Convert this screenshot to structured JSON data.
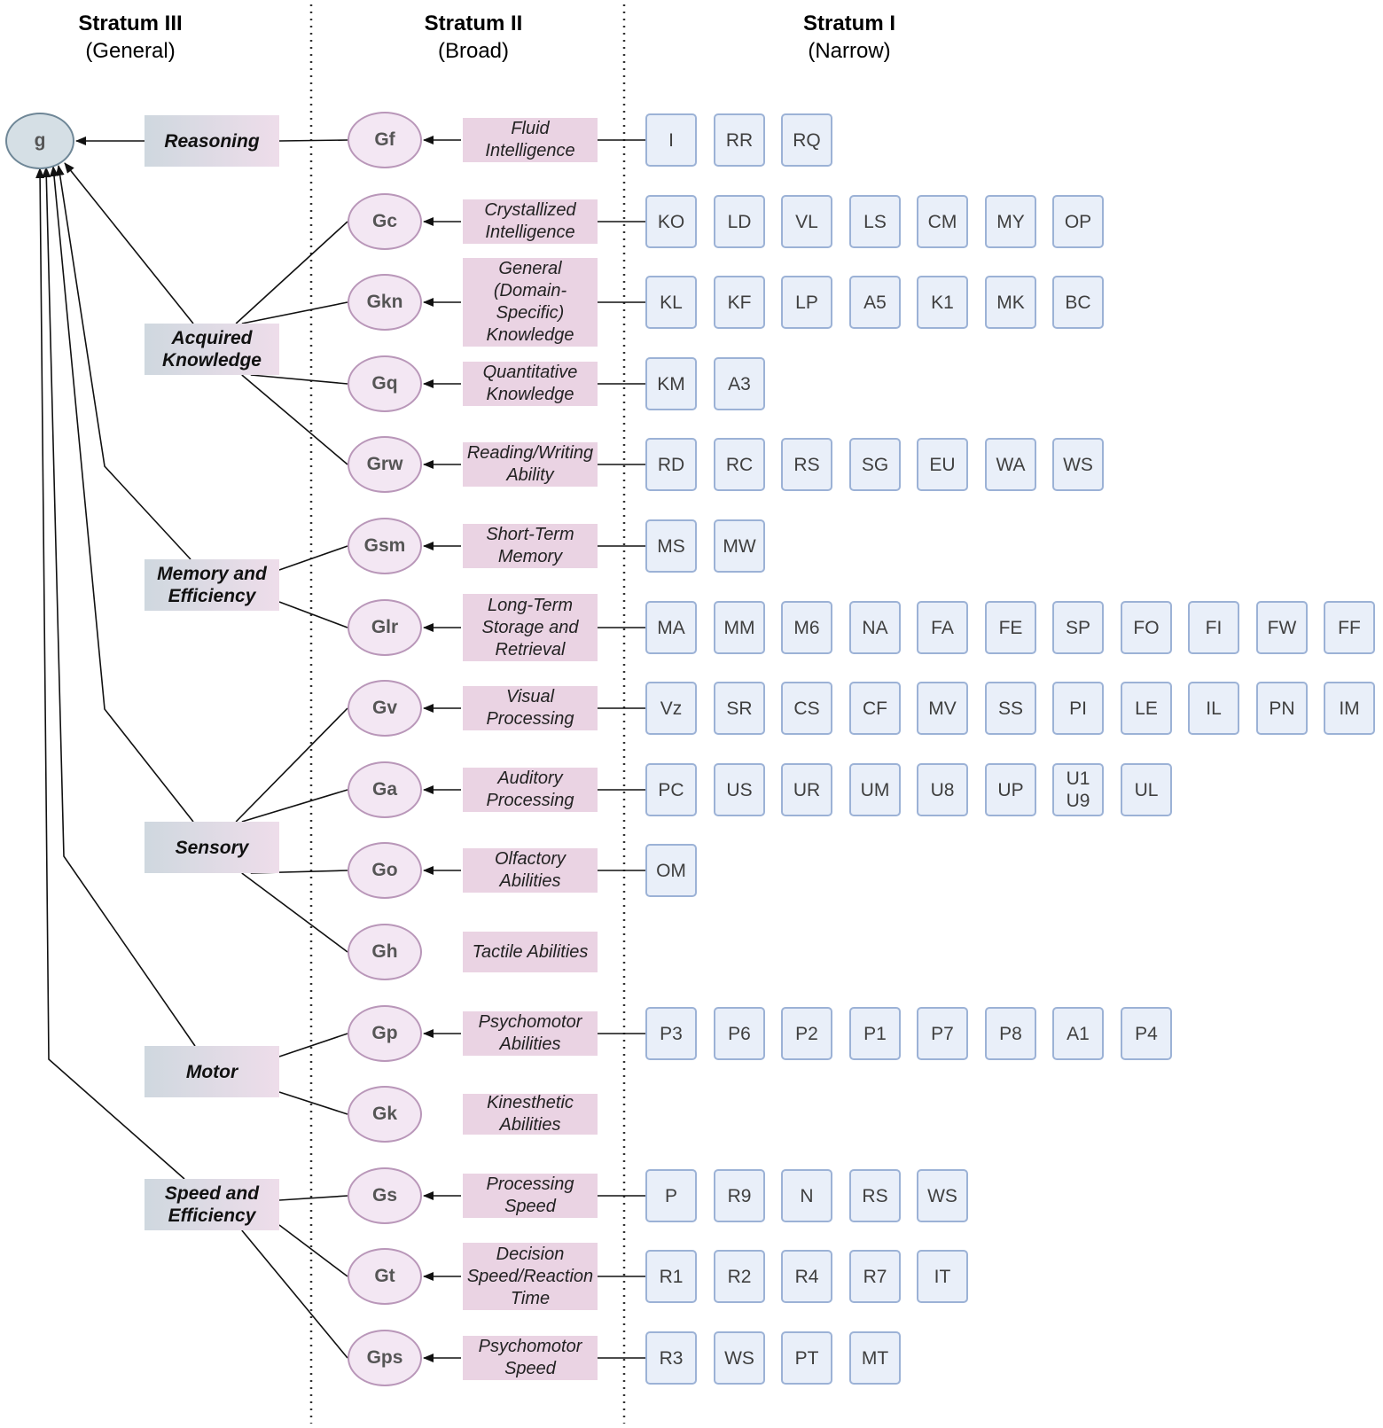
{
  "headers": [
    {
      "title": "Stratum III",
      "subtitle": "(General)"
    },
    {
      "title": "Stratum II",
      "subtitle": "(Broad)"
    },
    {
      "title": "Stratum I",
      "subtitle": "(Narrow)"
    }
  ],
  "general": {
    "label": "g"
  },
  "groups": [
    {
      "id": "reasoning",
      "label": "Reasoning"
    },
    {
      "id": "acquired",
      "label": "Acquired Knowledge"
    },
    {
      "id": "memory",
      "label": "Memory and Efficiency"
    },
    {
      "id": "sensory",
      "label": "Sensory"
    },
    {
      "id": "motor",
      "label": "Motor"
    },
    {
      "id": "speed",
      "label": "Speed and Efficiency"
    }
  ],
  "broad": [
    {
      "code": "Gf",
      "group": "reasoning",
      "name": "Fluid\nIntelligence",
      "narrow": [
        "I",
        "RR",
        "RQ"
      ]
    },
    {
      "code": "Gc",
      "group": "acquired",
      "name": "Crystallized\nIntelligence",
      "narrow": [
        "KO",
        "LD",
        "VL",
        "LS",
        "CM",
        "MY",
        "OP"
      ]
    },
    {
      "code": "Gkn",
      "group": "acquired",
      "name": "General\n(Domain-\nSpecific)\nKnowledge",
      "narrow": [
        "KL",
        "KF",
        "LP",
        "A5",
        "K1",
        "MK",
        "BC"
      ]
    },
    {
      "code": "Gq",
      "group": "acquired",
      "name": "Quantitative\nKnowledge",
      "narrow": [
        "KM",
        "A3"
      ]
    },
    {
      "code": "Grw",
      "group": "acquired",
      "name": "Reading/Writing\nAbility",
      "narrow": [
        "RD",
        "RC",
        "RS",
        "SG",
        "EU",
        "WA",
        "WS"
      ]
    },
    {
      "code": "Gsm",
      "group": "memory",
      "name": "Short-Term\nMemory",
      "narrow": [
        "MS",
        "MW"
      ]
    },
    {
      "code": "Glr",
      "group": "memory",
      "name": "Long-Term\nStorage and\nRetrieval",
      "narrow": [
        "MA",
        "MM",
        "M6",
        "NA",
        "FA",
        "FE",
        "SP",
        "FO",
        "FI",
        "FW",
        "FF"
      ]
    },
    {
      "code": "Gv",
      "group": "sensory",
      "name": "Visual\nProcessing",
      "narrow": [
        "Vz",
        "SR",
        "CS",
        "CF",
        "MV",
        "SS",
        "PI",
        "LE",
        "IL",
        "PN",
        "IM"
      ]
    },
    {
      "code": "Ga",
      "group": "sensory",
      "name": "Auditory\nProcessing",
      "narrow": [
        "PC",
        "US",
        "UR",
        "UM",
        "U8",
        "UP",
        "U1\nU9",
        "UL"
      ]
    },
    {
      "code": "Go",
      "group": "sensory",
      "name": "Olfactory\nAbilities",
      "narrow": [
        "OM"
      ]
    },
    {
      "code": "Gh",
      "group": "sensory",
      "name": "Tactile Abilities",
      "narrow": []
    },
    {
      "code": "Gp",
      "group": "motor",
      "name": "Psychomotor\nAbilities",
      "narrow": [
        "P3",
        "P6",
        "P2",
        "P1",
        "P7",
        "P8",
        "A1",
        "P4"
      ]
    },
    {
      "code": "Gk",
      "group": "motor",
      "name": "Kinesthetic\nAbilities",
      "narrow": []
    },
    {
      "code": "Gs",
      "group": "speed",
      "name": "Processing\nSpeed",
      "narrow": [
        "P",
        "R9",
        "N",
        "RS",
        "WS"
      ]
    },
    {
      "code": "Gt",
      "group": "speed",
      "name": "Decision\nSpeed/Reaction\nTime",
      "narrow": [
        "R1",
        "R2",
        "R4",
        "R7",
        "IT"
      ]
    },
    {
      "code": "Gps",
      "group": "speed",
      "name": "Psychomotor\nSpeed",
      "narrow": [
        "R3",
        "WS",
        "PT",
        "MT"
      ]
    }
  ]
}
